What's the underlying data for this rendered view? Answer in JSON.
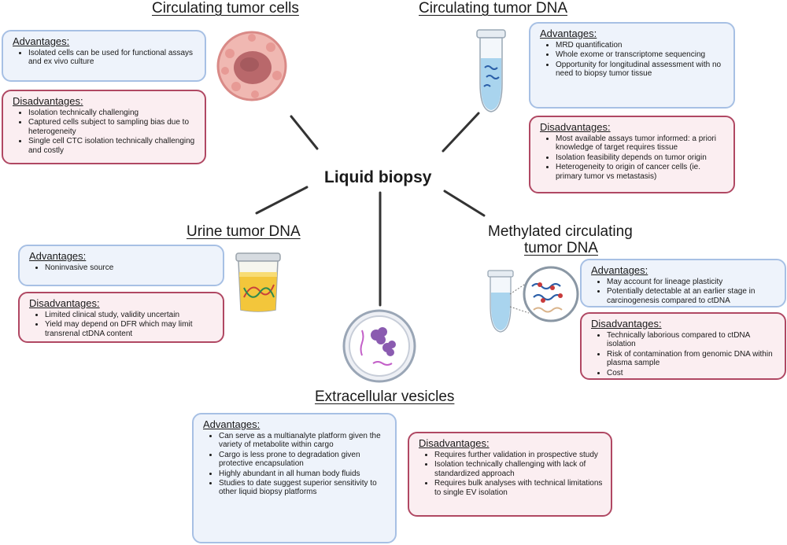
{
  "center": {
    "title": "Liquid biopsy"
  },
  "ctc": {
    "title": "Circulating tumor cells",
    "advantages": {
      "header": "Advantages:",
      "items": [
        "Isolated cells can be used for functional assays and ex vivo culture"
      ]
    },
    "disadvantages": {
      "header": "Disadvantages:",
      "items": [
        "Isolation technically challenging",
        "Captured cells subject to sampling bias due to heterogeneity",
        "Single cell CTC isolation technically challenging and costly"
      ]
    }
  },
  "ctdna": {
    "title": "Circulating tumor DNA",
    "advantages": {
      "header": "Advantages:",
      "items": [
        "MRD quantification",
        "Whole exome or transcriptome sequencing",
        "Opportunity for longitudinal assessment with no need to biopsy tumor tissue"
      ]
    },
    "disadvantages": {
      "header": "Disadvantages:",
      "items": [
        "Most available assays tumor informed: a priori knowledge of target requires tissue",
        "Isolation feasibility depends on tumor origin",
        "Heterogeneity to origin of cancer cells (ie. primary tumor vs metastasis)"
      ]
    }
  },
  "urine": {
    "title": "Urine tumor DNA",
    "advantages": {
      "header": "Advantages:",
      "items": [
        "Noninvasive source"
      ]
    },
    "disadvantages": {
      "header": "Disadvantages:",
      "items": [
        "Limited clinical study, validity uncertain",
        "Yield may depend on DFR which may limit transrenal ctDNA content"
      ]
    }
  },
  "methylated": {
    "title_line1": "Methylated circulating",
    "title_line2": "tumor DNA",
    "advantages": {
      "header": "Advantages:",
      "items": [
        "May account for lineage plasticity",
        "Potentially detectable at an earlier stage in carcinogenesis compared to ctDNA"
      ]
    },
    "disadvantages": {
      "header": "Disadvantages:",
      "items": [
        "Technically laborious compared to ctDNA isolation",
        "Risk of contamination from genomic DNA within plasma sample",
        "Cost"
      ]
    }
  },
  "ev": {
    "title": "Extracellular vesicles",
    "advantages": {
      "header": "Advantages:",
      "items": [
        "Can serve as a multianalyte platform given the variety of metabolite within cargo",
        "Cargo is less prone to degradation given protective encapsulation",
        "Highly abundant in all human body fluids",
        "Studies to date suggest superior sensitivity to other liquid biopsy platforms"
      ]
    },
    "disadvantages": {
      "header": "Disadvantages:",
      "items": [
        "Requires further validation in prospective study",
        "Isolation technically challenging with lack of standardized approach",
        "Requires bulk analyses with technical limitations to single EV isolation"
      ]
    }
  },
  "icons": [
    "tumor-cell-icon",
    "blood-tube-icon",
    "urine-cup-icon",
    "methylated-dna-icon",
    "extracellular-vesicle-icon"
  ],
  "colors": {
    "adv_fill": "#eef3fb",
    "adv_border": "#a7c0e4",
    "dis_fill": "#fbeef1",
    "dis_border": "#b04863",
    "connector": "#333333"
  }
}
